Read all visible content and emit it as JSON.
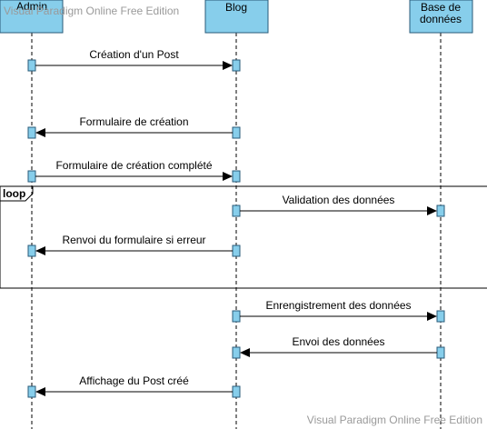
{
  "watermark": {
    "top": "Visual Paradigm Online Free Edition",
    "bottom": "Visual Paradigm Online Free Edition"
  },
  "colors": {
    "participant_fill": "#87CEEB",
    "participant_stroke": "#2a5b7a",
    "activation_fill": "#87CEEB",
    "line": "#000000"
  },
  "participants": [
    {
      "id": "admin",
      "lines": [
        "Admin"
      ]
    },
    {
      "id": "blog",
      "lines": [
        "Blog"
      ]
    },
    {
      "id": "db",
      "lines": [
        "Base de",
        "données"
      ]
    }
  ],
  "fragment": {
    "keyword": "loop"
  },
  "messages": [
    {
      "from": "admin",
      "to": "blog",
      "label": "Création d'un Post"
    },
    {
      "from": "blog",
      "to": "admin",
      "label": "Formulaire de création"
    },
    {
      "from": "admin",
      "to": "blog",
      "label": "Formulaire de création complété"
    },
    {
      "from": "blog",
      "to": "db",
      "label": "Validation des données"
    },
    {
      "from": "blog",
      "to": "admin",
      "label": "Renvoi du formulaire si erreur"
    },
    {
      "from": "blog",
      "to": "db",
      "label": "Enrengistrement des données"
    },
    {
      "from": "db",
      "to": "blog",
      "label": "Envoi des données"
    },
    {
      "from": "blog",
      "to": "admin",
      "label": "Affichage du Post créé"
    }
  ]
}
